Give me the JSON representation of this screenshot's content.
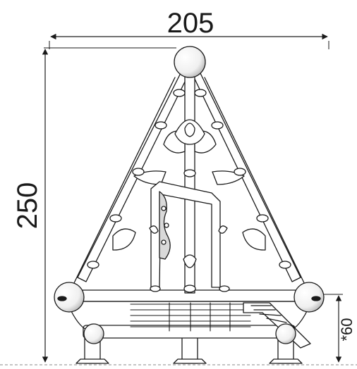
{
  "dimensions": {
    "width": "205",
    "height": "250",
    "clearance": "*60"
  },
  "colors": {
    "line": "#1a1a1a",
    "fill": "#ffffff",
    "shade": "#d9d9d9",
    "ground": "#888888"
  }
}
